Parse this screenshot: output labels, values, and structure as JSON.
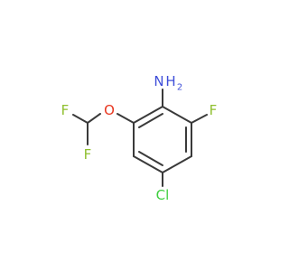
{
  "molecule": {
    "atoms": {
      "nh2_n": "N",
      "nh2_h": "H",
      "h_sub": "2",
      "oxygen": "O",
      "fluorine_ring": "F",
      "fluorine_top": "F",
      "fluorine_bottom": "F",
      "chlorine": "Cl"
    },
    "colors": {
      "bond": "#3a3a3a",
      "nitrogen": "#3f4fd9",
      "oxygen": "#e8361f",
      "fluorine": "#8fbf2e",
      "chlorine": "#3fcf3f"
    }
  }
}
